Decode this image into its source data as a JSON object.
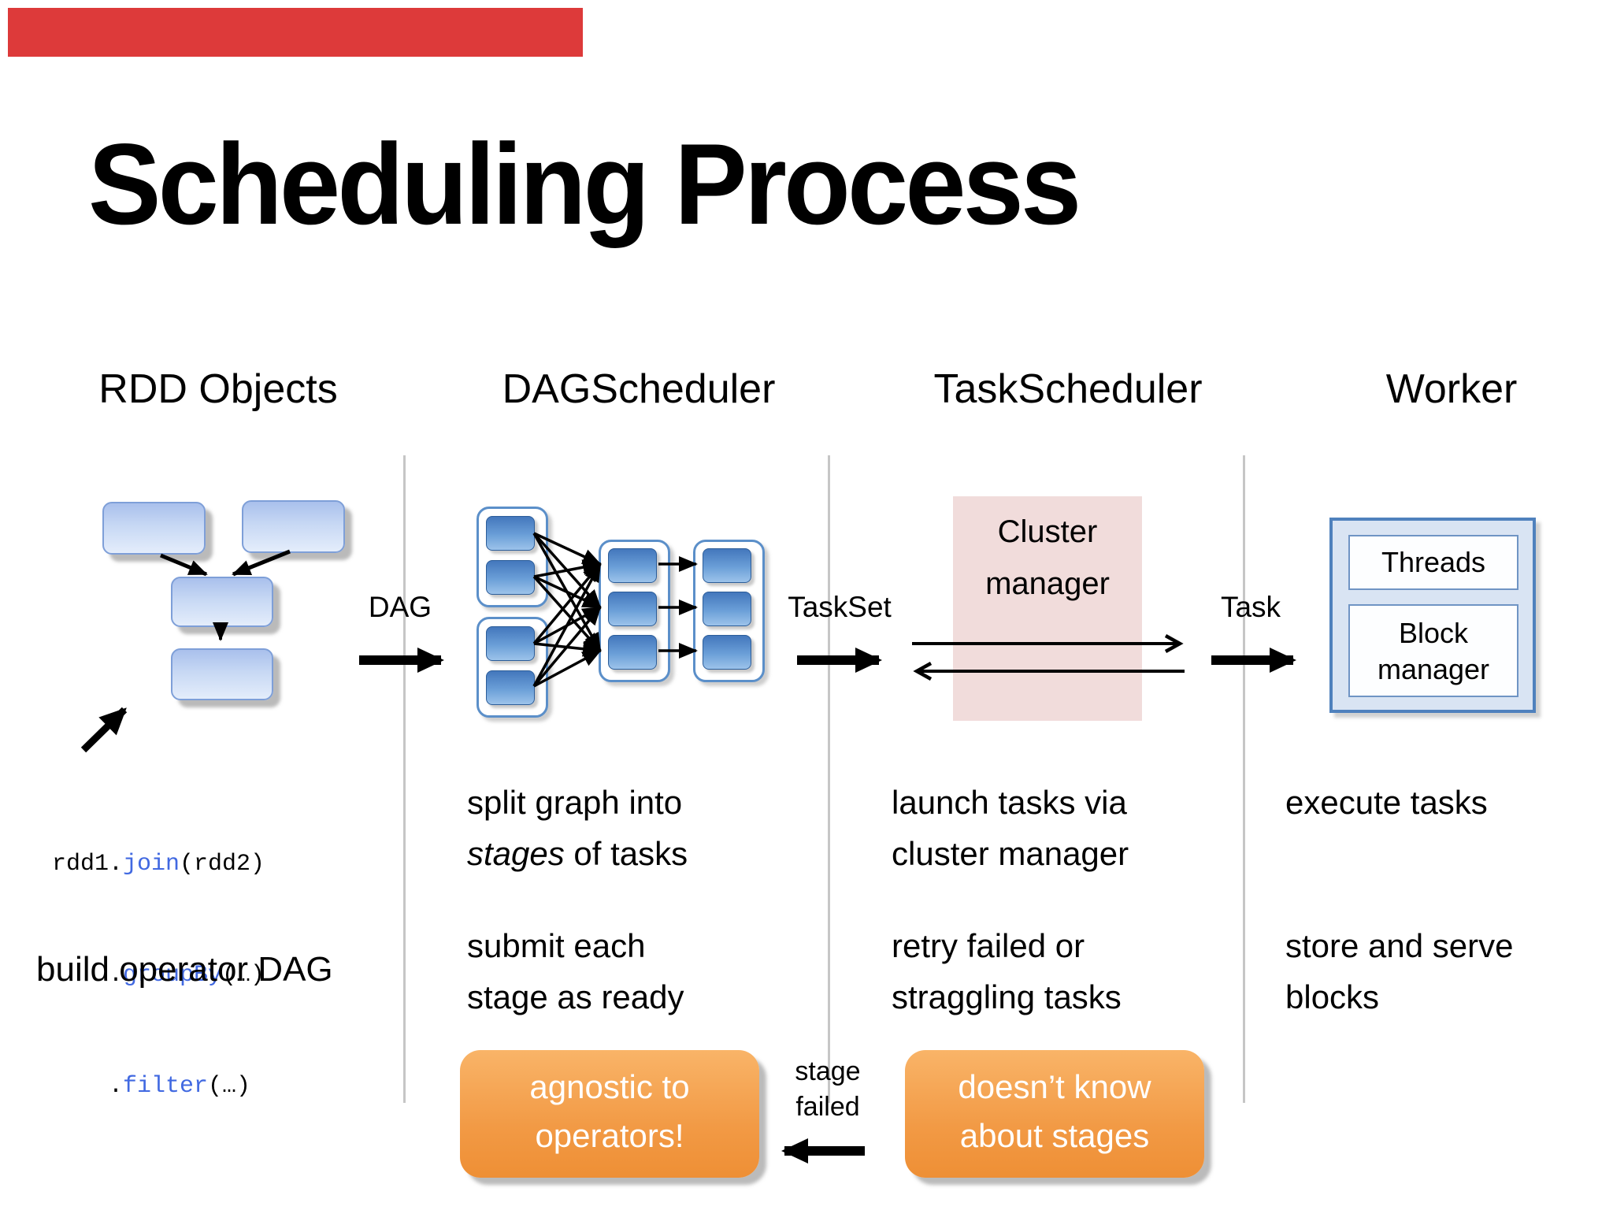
{
  "slide": {
    "title": "Scheduling Process",
    "accent_bar_color": "#dd3a3a"
  },
  "columns": {
    "rdd": {
      "header": "RDD Objects",
      "caption": "build operator DAG"
    },
    "dag": {
      "header": "DAGScheduler",
      "note1_line1": "split graph into",
      "note1_line2_italic": "stages",
      "note1_line2_rest": " of tasks",
      "note2_line1": "submit each",
      "note2_line2": "stage as ready",
      "callout_line1": "agnostic to",
      "callout_line2": "operators!"
    },
    "task": {
      "header": "TaskScheduler",
      "cluster_manager_line1": "Cluster",
      "cluster_manager_line2": "manager",
      "note1_line1": "launch tasks via",
      "note1_line2": "cluster manager",
      "note2_line1": "retry failed or",
      "note2_line2": "straggling tasks",
      "callout_line1": "doesn’t know",
      "callout_line2": "about stages"
    },
    "worker": {
      "header": "Worker",
      "threads_label": "Threads",
      "block_manager_line1": "Block",
      "block_manager_line2": "manager",
      "note1_line1": "execute tasks",
      "note2_line1": "store and serve",
      "note2_line2": "blocks"
    }
  },
  "flow": {
    "dag_label": "DAG",
    "taskset_label": "TaskSet",
    "task_label": "Task",
    "stage_failed_line1": "stage",
    "stage_failed_line2": "failed"
  },
  "code": {
    "l1_a": "rdd1.",
    "l1_fn": "join",
    "l1_b": "(rdd2)",
    "l2_a": "    .",
    "l2_fn": "groupBy",
    "l2_b": "(…)",
    "l3_a": "    .",
    "l3_fn": "filter",
    "l3_b": "(…)",
    "keyword_color": "#4169e1"
  },
  "colors": {
    "divider": "#c6c6c6",
    "rdd_box_top": "#a9c0ec",
    "rdd_box_bottom": "#e4edfb",
    "task_box_top": "#4377bc",
    "task_box_bottom": "#9cc3ea",
    "stage_container_border": "#5b8fc9",
    "cluster_manager_fill": "#f1dcdb",
    "worker_fill": "#d9e4f3",
    "worker_border": "#4f81bd",
    "callout_top": "#f9b468",
    "callout_bottom": "#ee8f35"
  }
}
